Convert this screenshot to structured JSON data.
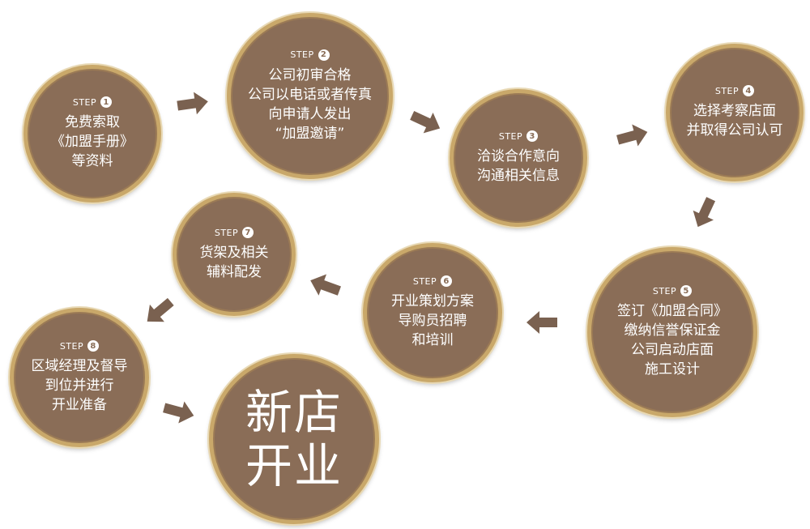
{
  "steps": [
    {
      "label": "STEP",
      "num": "1",
      "lines": [
        "免费索取",
        "《加盟手册》",
        "等资料"
      ]
    },
    {
      "label": "STEP",
      "num": "2",
      "lines": [
        "公司初审合格",
        "公司以电话或者传真",
        "向申请人发出",
        "“加盟邀请”"
      ]
    },
    {
      "label": "STEP",
      "num": "3",
      "lines": [
        "洽谈合作意向",
        "沟通相关信息"
      ]
    },
    {
      "label": "STEP",
      "num": "4",
      "lines": [
        "选择考察店面",
        "并取得公司认可"
      ]
    },
    {
      "label": "STEP",
      "num": "5",
      "lines": [
        "签订《加盟合同》",
        "缴纳信誉保证金",
        "公司启动店面",
        "施工设计"
      ]
    },
    {
      "label": "STEP",
      "num": "6",
      "lines": [
        "开业策划方案",
        "导购员招聘",
        "和培训"
      ]
    },
    {
      "label": "STEP",
      "num": "7",
      "lines": [
        "货架及相关",
        "辅料配发"
      ]
    },
    {
      "label": "STEP",
      "num": "8",
      "lines": [
        "区域经理及督导",
        "到位并进行",
        "开业准备"
      ]
    }
  ],
  "final": {
    "lines": [
      "新店",
      "开业"
    ]
  },
  "colors": {
    "circle": "#8a6d57",
    "ring": "#c9a86a",
    "arrow": "#7a6150"
  }
}
